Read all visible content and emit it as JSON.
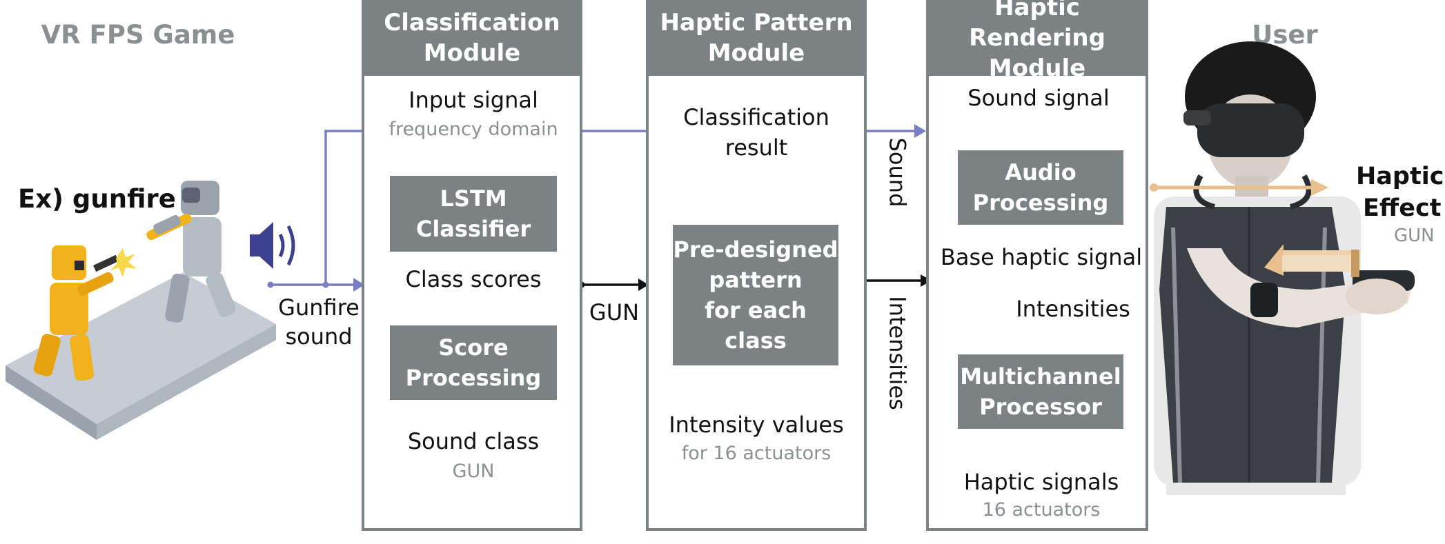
{
  "game": {
    "title": "VR FPS Game",
    "example": "Ex) gunfire",
    "sound_label_1": "Gunfire",
    "sound_label_2": "sound"
  },
  "classification": {
    "header_1": "Classification",
    "header_2": "Module",
    "input": "Input signal",
    "input_sub": "frequency domain",
    "lstm_1": "LSTM",
    "lstm_2": "Classifier",
    "scores": "Class scores",
    "score_proc_1": "Score",
    "score_proc_2": "Processing",
    "out": "Sound class",
    "out_sub": "GUN"
  },
  "between_1": {
    "label": "GUN"
  },
  "pattern": {
    "header_1": "Haptic Pattern",
    "header_2": "Module",
    "in_1": "Classification",
    "in_2": "result",
    "box_1": "Pre-designed",
    "box_2": "pattern",
    "box_3": "for each",
    "box_4": "class",
    "out": "Intensity values",
    "out_sub": "for 16 actuators"
  },
  "between_2": {
    "sound": "Sound",
    "intensities": "Intensities"
  },
  "rendering": {
    "header_1": "Haptic Rendering",
    "header_2": "Module",
    "in": "Sound signal",
    "audio_1": "Audio",
    "audio_2": "Processing",
    "base": "Base haptic signal",
    "intensities": "Intensities",
    "multi_1": "Multichannel",
    "multi_2": "Processor",
    "out": "Haptic signals",
    "out_sub": "16 actuators"
  },
  "user": {
    "title": "User",
    "effect_1": "Haptic",
    "effect_2": "Effect",
    "effect_sub": "GUN"
  },
  "colors": {
    "panel": "#7c8183",
    "purple": "#7b7dc4",
    "peach": "#e9bf8e",
    "grey_text": "#8a8f92"
  }
}
